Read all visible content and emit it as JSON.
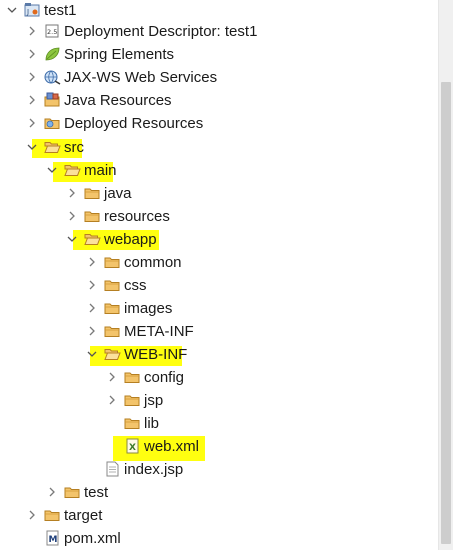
{
  "tree": {
    "items": [
      {
        "label": "test1",
        "icon": "project-icon",
        "expanded": true
      },
      {
        "label": "Deployment Descriptor: test1",
        "icon": "deployment-descriptor-icon",
        "expanded": false
      },
      {
        "label": "Spring Elements",
        "icon": "spring-leaf-icon",
        "expanded": false
      },
      {
        "label": "JAX-WS Web Services",
        "icon": "web-services-icon",
        "expanded": false
      },
      {
        "label": "Java Resources",
        "icon": "java-resources-icon",
        "expanded": false
      },
      {
        "label": "Deployed Resources",
        "icon": "deployed-resources-icon",
        "expanded": false
      },
      {
        "label": "src",
        "icon": "folder-open-icon",
        "expanded": true,
        "highlighted": true
      },
      {
        "label": "main",
        "icon": "folder-open-icon",
        "expanded": true,
        "highlighted": true
      },
      {
        "label": "java",
        "icon": "folder-icon",
        "expanded": false
      },
      {
        "label": "resources",
        "icon": "folder-icon",
        "expanded": false
      },
      {
        "label": "webapp",
        "icon": "folder-open-icon",
        "expanded": true,
        "highlighted": true
      },
      {
        "label": "common",
        "icon": "folder-icon",
        "expanded": false
      },
      {
        "label": "css",
        "icon": "folder-icon",
        "expanded": false
      },
      {
        "label": "images",
        "icon": "folder-icon",
        "expanded": false
      },
      {
        "label": "META-INF",
        "icon": "folder-icon",
        "expanded": false
      },
      {
        "label": "WEB-INF",
        "icon": "folder-open-icon",
        "expanded": true,
        "highlighted": true
      },
      {
        "label": "config",
        "icon": "folder-icon",
        "expanded": false
      },
      {
        "label": "jsp",
        "icon": "folder-icon",
        "expanded": false
      },
      {
        "label": "lib",
        "icon": "folder-icon"
      },
      {
        "label": "web.xml",
        "icon": "xml-file-icon",
        "highlighted": true
      },
      {
        "label": "index.jsp",
        "icon": "jsp-file-icon"
      },
      {
        "label": "test",
        "icon": "folder-icon",
        "expanded": false
      },
      {
        "label": "target",
        "icon": "folder-icon",
        "expanded": false
      },
      {
        "label": "pom.xml",
        "icon": "maven-pom-icon"
      }
    ]
  },
  "colors": {
    "highlight": "#ffff10",
    "folder": "#e8b04a",
    "chevron": "#7a7a7a",
    "scrollbar_track": "#f0f0f0",
    "scrollbar_thumb": "#cdcdcd"
  }
}
